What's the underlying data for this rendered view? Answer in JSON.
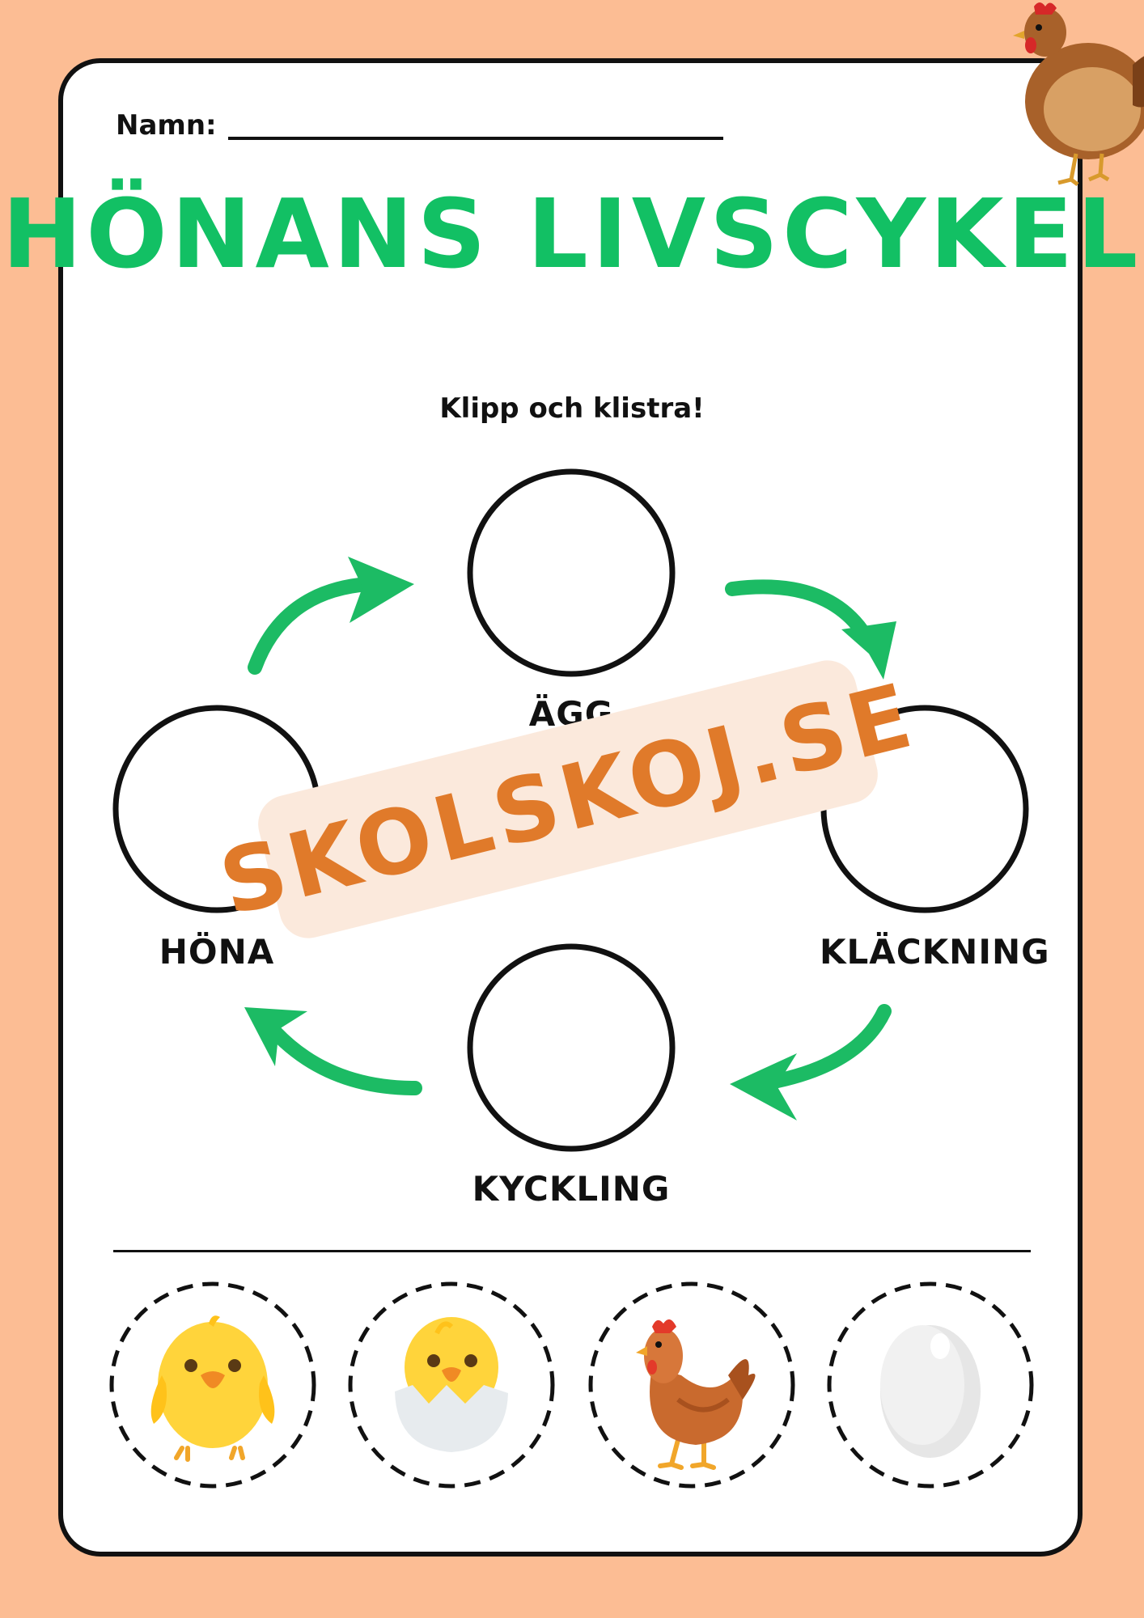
{
  "worksheet": {
    "name_label": "Namn:",
    "title": "HÖNANS LIVSCYKEL",
    "instruction": "Klipp och klistra!",
    "stages": {
      "egg": "ÄGG",
      "hatching": "KLÄCKNING",
      "chick": "KYCKLING",
      "hen": "HÖNA"
    },
    "cutouts": [
      {
        "icon": "chick-icon"
      },
      {
        "icon": "hatching-chick-icon"
      },
      {
        "icon": "hen-icon"
      },
      {
        "icon": "egg-icon"
      }
    ],
    "corner_icon": "hen-icon"
  },
  "watermark": {
    "text": "SKOLSKOJ.SE"
  },
  "colors": {
    "background": "#fcbd94",
    "title": "#12c064",
    "arrow": "#1cbb64",
    "watermark_text": "#e07a2a",
    "watermark_bg": "#fbe9dc"
  }
}
